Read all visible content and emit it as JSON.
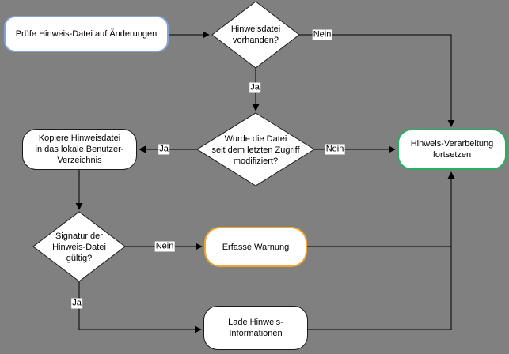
{
  "diagram": {
    "type": "flowchart",
    "colors": {
      "background": "#808080",
      "connector": "#000000",
      "node_fill": "#ffffff",
      "start_node_border": "#85A3D4",
      "end_node_border": "#27AE60",
      "warning_node_border": "#F0A530",
      "default_border": "#000000"
    },
    "nodes": {
      "pruefe": {
        "type": "rounded-rect",
        "lines": [
          "Prüfe Hinweis-Datei auf Änderungen"
        ]
      },
      "vorhanden": {
        "type": "decision",
        "lines": [
          "Hinweisdatei",
          "vorhanden?"
        ]
      },
      "modifiziert": {
        "type": "decision",
        "lines": [
          "Wurde die Datei",
          "seit dem letzten Zugriff",
          "modifiziert?"
        ]
      },
      "kopiere": {
        "type": "rounded-rect",
        "lines": [
          "Kopiere Hinweisdatei",
          "in das lokale Benutzer-",
          "Verzeichnis"
        ]
      },
      "fortsetzen": {
        "type": "rounded-rect",
        "lines": [
          "Hinweis-Verarbeitung",
          "fortsetzen"
        ]
      },
      "signatur": {
        "type": "decision",
        "lines": [
          "Signatur der",
          "Hinweis-Datei",
          "gültig?"
        ]
      },
      "erfasse": {
        "type": "rounded-rect",
        "lines": [
          "Erfasse Warnung"
        ]
      },
      "lade": {
        "type": "rounded-rect",
        "lines": [
          "Lade Hinweis-",
          "Informationen"
        ]
      }
    },
    "edge_labels": {
      "vorhanden_nein": "Nein",
      "vorhanden_ja": "Ja",
      "modifiziert_ja": "Ja",
      "modifiziert_nein": "Nein",
      "signatur_nein": "Nein",
      "signatur_ja": "Ja"
    }
  }
}
